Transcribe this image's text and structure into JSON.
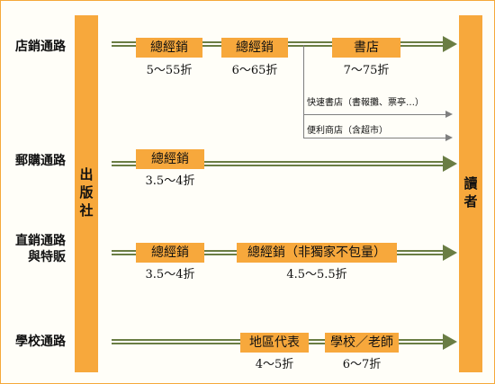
{
  "publisher": "出版社",
  "reader": "讀者",
  "channels": [
    {
      "label": "店銷通路",
      "nodes": [
        {
          "name": "總經銷",
          "discount": "5～55折"
        },
        {
          "name": "總經銷",
          "discount": "6～65折"
        },
        {
          "name": "書店",
          "discount": "7～75折"
        }
      ],
      "branches": [
        "快速書店（書報攤、票亭…）",
        "便利商店（含超市）"
      ]
    },
    {
      "label": "郵購通路",
      "nodes": [
        {
          "name": "總經銷",
          "discount": "3.5～4折"
        }
      ]
    },
    {
      "label": "直銷通路\n與特販",
      "nodes": [
        {
          "name": "總經銷",
          "discount": "3.5～4折"
        },
        {
          "name": "總經銷（非獨家不包量）",
          "discount": "4.5～5.5折"
        }
      ]
    },
    {
      "label": "學校通路",
      "nodes": [
        {
          "name": "地區代表",
          "discount": "4～5折"
        },
        {
          "name": "學校／老師",
          "discount": "6～7折"
        }
      ]
    }
  ],
  "colors": {
    "accent": "#f7a83c",
    "arrow": "#6a7d44",
    "branch_line": "#7f7f7f"
  }
}
